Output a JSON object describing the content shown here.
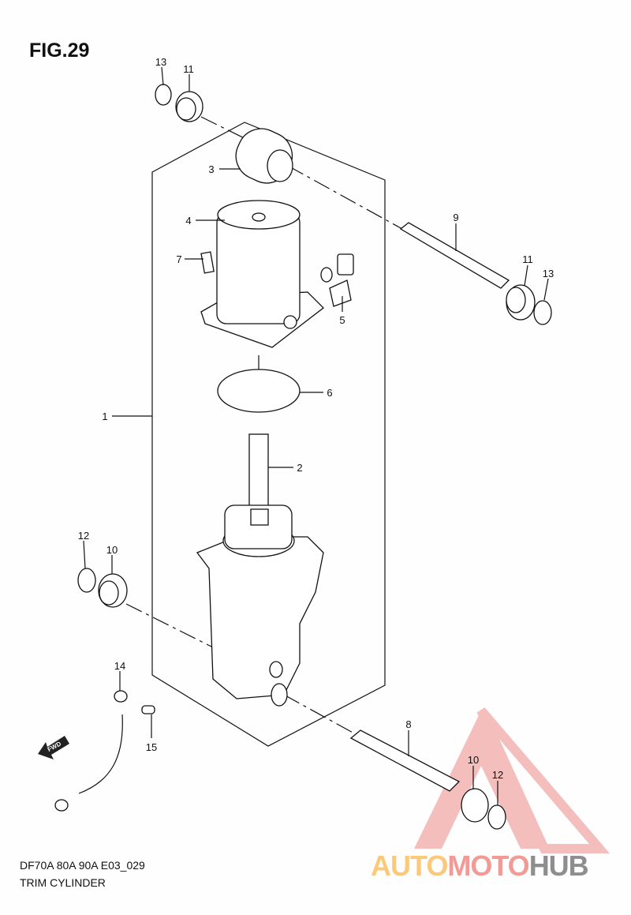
{
  "figure_title": "FIG.29",
  "model_code": "DF70A 80A 90A E03_029",
  "diagram_name": "TRIM CYLINDER",
  "fwd_label": "FWD",
  "callouts": [
    "13",
    "11",
    "3",
    "4",
    "9",
    "7",
    "11",
    "13",
    "5",
    "6",
    "1",
    "2",
    "12",
    "10",
    "14",
    "15",
    "8",
    "10",
    "12"
  ],
  "watermark": {
    "part1": "AUTO",
    "part2": "MOTO",
    "part3": "HUB",
    "colors": {
      "auto": "#fcc97a",
      "moto": "#f49a96",
      "hub": "#8e8e8e"
    }
  }
}
